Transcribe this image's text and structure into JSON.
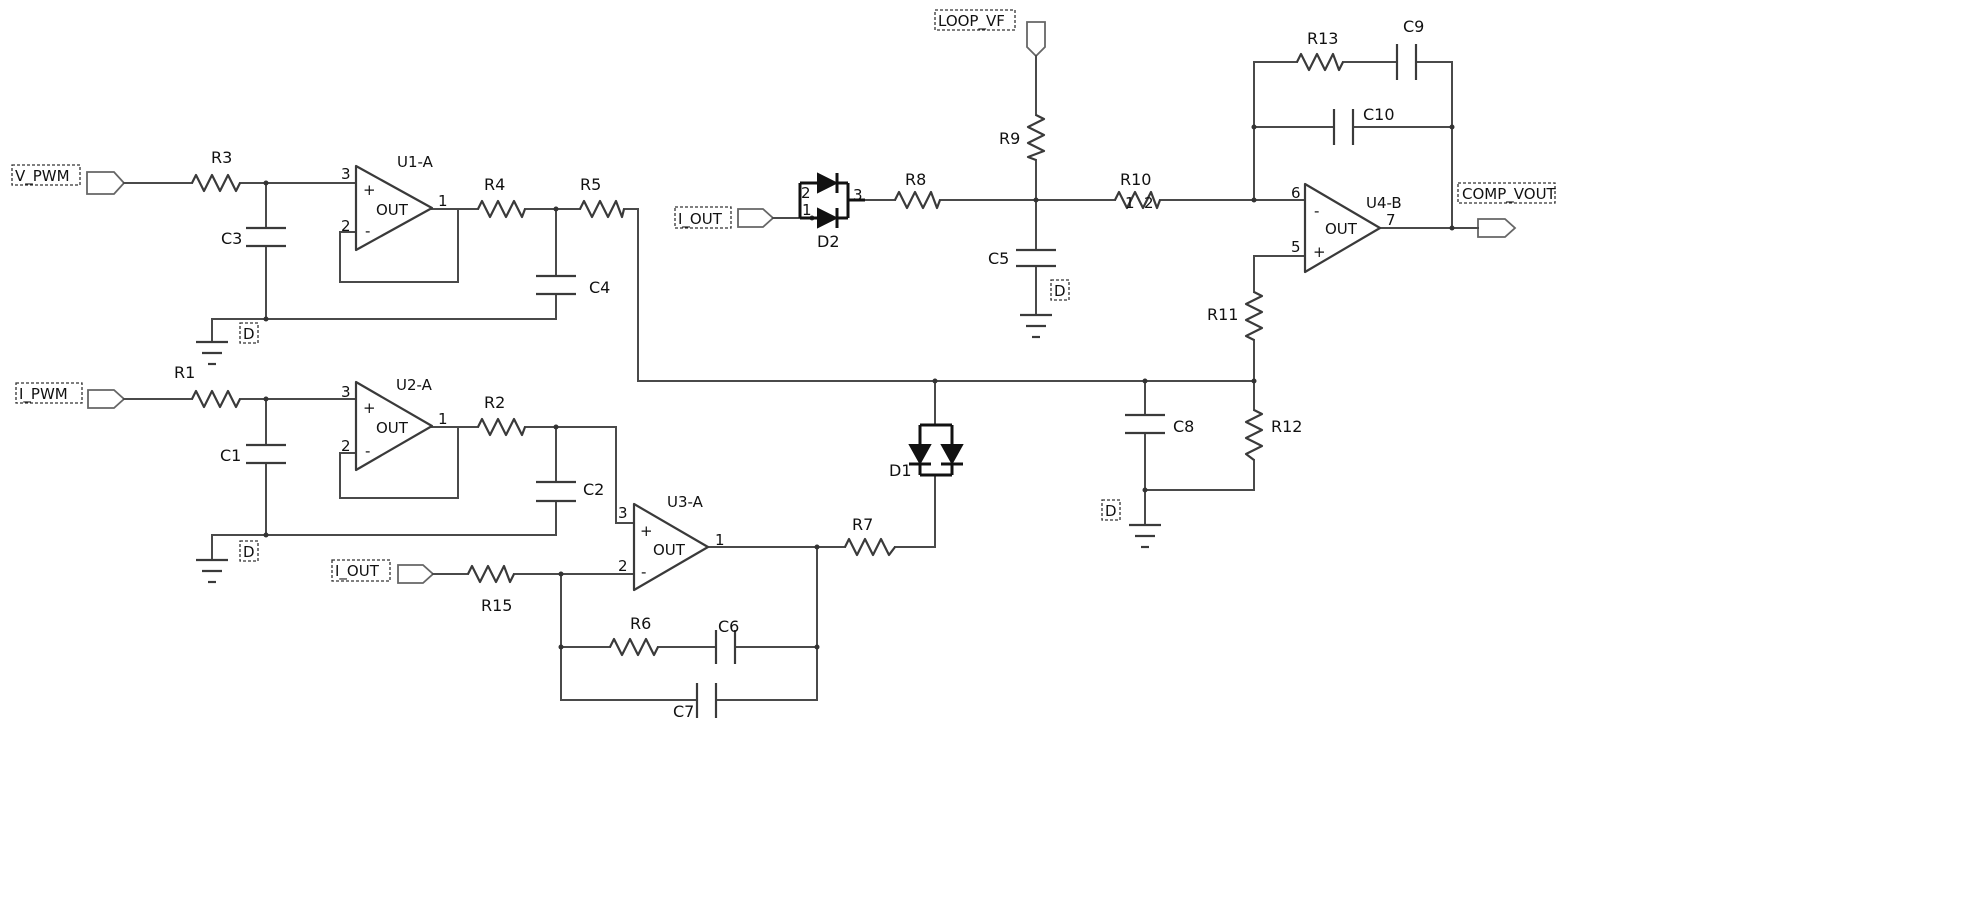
{
  "ports": {
    "v_pwm": "V_PWM",
    "i_pwm": "I_PWM",
    "i_out_top": "I_OUT",
    "i_out_bottom": "I_OUT",
    "loop_vf": "LOOP_VF",
    "comp_vout": "COMP_VOUT"
  },
  "opamps": {
    "u1": {
      "name": "U1-A",
      "out": "OUT",
      "plus": "+",
      "minus": "-",
      "pin_plus": "3",
      "pin_minus": "2",
      "pin_out": "1"
    },
    "u2": {
      "name": "U2-A",
      "out": "OUT",
      "plus": "+",
      "minus": "-",
      "pin_plus": "3",
      "pin_minus": "2",
      "pin_out": "1"
    },
    "u3": {
      "name": "U3-A",
      "out": "OUT",
      "plus": "+",
      "minus": "-",
      "pin_plus": "3",
      "pin_minus": "2",
      "pin_out": "1"
    },
    "u4": {
      "name": "U4-B",
      "out": "OUT",
      "plus": "+",
      "minus": "-",
      "pin_plus": "5",
      "pin_minus": "6",
      "pin_out": "7"
    }
  },
  "resistors": {
    "r1": "R1",
    "r2": "R2",
    "r3": "R3",
    "r4": "R4",
    "r5": "R5",
    "r6": "R6",
    "r7": "R7",
    "r8": "R8",
    "r9": "R9",
    "r10": "R10",
    "r11": "R11",
    "r12": "R12",
    "r13": "R13",
    "r15": "R15"
  },
  "r10_pins": {
    "p1": "1",
    "p2": "2"
  },
  "capacitors": {
    "c1": "C1",
    "c2": "C2",
    "c3": "C3",
    "c4": "C4",
    "c5": "C5",
    "c6": "C6",
    "c7": "C7",
    "c8": "C8",
    "c9": "C9",
    "c10": "C10"
  },
  "diodes": {
    "d1": "D1",
    "d2": {
      "name": "D2",
      "pin_a": "2",
      "pin_b": "1",
      "pin_k": "3"
    }
  },
  "ground_label": "D"
}
